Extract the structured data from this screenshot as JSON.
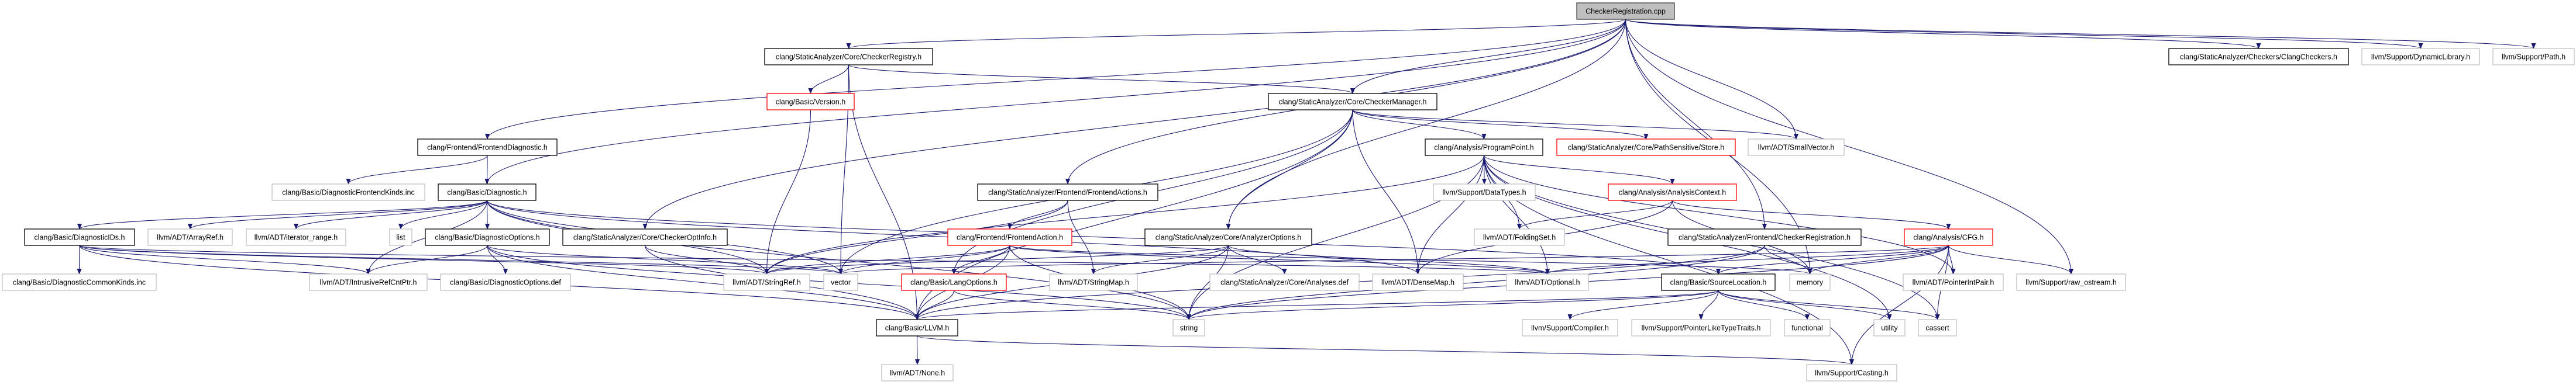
{
  "graph": {
    "colors": {
      "edge": "#191970",
      "source_fill": "#bfbfbf",
      "source_border": "#404040",
      "documented_border": "#000000",
      "external_border": "#bfbfbf",
      "truncated_border": "#ff0000"
    },
    "nodes": [
      {
        "label": "CheckerRegistration.cpp",
        "kind": "source"
      },
      {
        "label": "clang/StaticAnalyzer/Core/CheckerRegistry.h",
        "kind": "documented"
      },
      {
        "label": "clang/StaticAnalyzer/Checkers/ClangCheckers.h",
        "kind": "documented"
      },
      {
        "label": "llvm/Support/DynamicLibrary.h",
        "kind": "external"
      },
      {
        "label": "llvm/Support/Path.h",
        "kind": "external"
      },
      {
        "label": "clang/Basic/Version.h",
        "kind": "truncated"
      },
      {
        "label": "clang/StaticAnalyzer/Core/CheckerManager.h",
        "kind": "documented"
      },
      {
        "label": "clang/Frontend/FrontendDiagnostic.h",
        "kind": "documented"
      },
      {
        "label": "clang/Analysis/ProgramPoint.h",
        "kind": "documented"
      },
      {
        "label": "clang/StaticAnalyzer/Core/PathSensitive/Store.h",
        "kind": "truncated"
      },
      {
        "label": "llvm/ADT/SmallVector.h",
        "kind": "external"
      },
      {
        "label": "clang/Basic/DiagnosticFrontendKinds.inc",
        "kind": "external"
      },
      {
        "label": "clang/Basic/Diagnostic.h",
        "kind": "documented"
      },
      {
        "label": "clang/StaticAnalyzer/Frontend/FrontendActions.h",
        "kind": "documented"
      },
      {
        "label": "llvm/Support/DataTypes.h",
        "kind": "external"
      },
      {
        "label": "clang/Analysis/AnalysisContext.h",
        "kind": "truncated"
      },
      {
        "label": "clang/Basic/DiagnosticIDs.h",
        "kind": "documented"
      },
      {
        "label": "llvm/ADT/ArrayRef.h",
        "kind": "external"
      },
      {
        "label": "llvm/ADT/iterator_range.h",
        "kind": "external"
      },
      {
        "label": "list",
        "kind": "external"
      },
      {
        "label": "clang/Basic/DiagnosticOptions.h",
        "kind": "documented"
      },
      {
        "label": "clang/StaticAnalyzer/Core/CheckerOptInfo.h",
        "kind": "documented"
      },
      {
        "label": "clang/Frontend/FrontendAction.h",
        "kind": "truncated"
      },
      {
        "label": "clang/StaticAnalyzer/Core/AnalyzerOptions.h",
        "kind": "documented"
      },
      {
        "label": "llvm/ADT/FoldingSet.h",
        "kind": "external"
      },
      {
        "label": "clang/StaticAnalyzer/Frontend/CheckerRegistration.h",
        "kind": "documented"
      },
      {
        "label": "clang/Analysis/CFG.h",
        "kind": "truncated"
      },
      {
        "label": "clang/Basic/DiagnosticCommonKinds.inc",
        "kind": "external"
      },
      {
        "label": "llvm/ADT/IntrusiveRefCntPtr.h",
        "kind": "external"
      },
      {
        "label": "clang/Basic/DiagnosticOptions.def",
        "kind": "external"
      },
      {
        "label": "llvm/ADT/StringRef.h",
        "kind": "external"
      },
      {
        "label": "vector",
        "kind": "external"
      },
      {
        "label": "clang/Basic/LangOptions.h",
        "kind": "truncated"
      },
      {
        "label": "llvm/ADT/StringMap.h",
        "kind": "external"
      },
      {
        "label": "clang/StaticAnalyzer/Core/Analyses.def",
        "kind": "external"
      },
      {
        "label": "llvm/ADT/DenseMap.h",
        "kind": "external"
      },
      {
        "label": "llvm/ADT/Optional.h",
        "kind": "external"
      },
      {
        "label": "clang/Basic/SourceLocation.h",
        "kind": "documented"
      },
      {
        "label": "memory",
        "kind": "external"
      },
      {
        "label": "llvm/ADT/PointerIntPair.h",
        "kind": "external"
      },
      {
        "label": "llvm/Support/raw_ostream.h",
        "kind": "external"
      },
      {
        "label": "clang/Basic/LLVM.h",
        "kind": "documented"
      },
      {
        "label": "string",
        "kind": "external"
      },
      {
        "label": "llvm/Support/Compiler.h",
        "kind": "external"
      },
      {
        "label": "llvm/Support/PointerLikeTypeTraits.h",
        "kind": "external"
      },
      {
        "label": "functional",
        "kind": "external"
      },
      {
        "label": "utility",
        "kind": "external"
      },
      {
        "label": "cassert",
        "kind": "external"
      },
      {
        "label": "llvm/ADT/None.h",
        "kind": "external"
      },
      {
        "label": "llvm/Support/Casting.h",
        "kind": "external"
      }
    ],
    "edges": [
      [
        "CheckerRegistration.cpp",
        "clang/Frontend/FrontendDiagnostic.h"
      ],
      [
        "CheckerRegistration.cpp",
        "clang/Basic/Diagnostic.h"
      ],
      [
        "CheckerRegistration.cpp",
        "clang/StaticAnalyzer/Core/CheckerRegistry.h"
      ],
      [
        "CheckerRegistration.cpp",
        "clang/StaticAnalyzer/Core/CheckerOptInfo.h"
      ],
      [
        "CheckerRegistration.cpp",
        "clang/StaticAnalyzer/Frontend/FrontendActions.h"
      ],
      [
        "CheckerRegistration.cpp",
        "clang/StaticAnalyzer/Core/AnalyzerOptions.h"
      ],
      [
        "CheckerRegistration.cpp",
        "clang/StaticAnalyzer/Core/CheckerManager.h"
      ],
      [
        "CheckerRegistration.cpp",
        "llvm/ADT/SmallVector.h"
      ],
      [
        "CheckerRegistration.cpp",
        "clang/StaticAnalyzer/Frontend/CheckerRegistration.h"
      ],
      [
        "CheckerRegistration.cpp",
        "memory"
      ],
      [
        "CheckerRegistration.cpp",
        "llvm/Support/raw_ostream.h"
      ],
      [
        "CheckerRegistration.cpp",
        "clang/StaticAnalyzer/Checkers/ClangCheckers.h"
      ],
      [
        "CheckerRegistration.cpp",
        "llvm/Support/DynamicLibrary.h"
      ],
      [
        "CheckerRegistration.cpp",
        "llvm/Support/Path.h"
      ],
      [
        "clang/StaticAnalyzer/Core/CheckerRegistry.h",
        "clang/Basic/Version.h"
      ],
      [
        "clang/StaticAnalyzer/Core/CheckerRegistry.h",
        "clang/StaticAnalyzer/Core/CheckerManager.h"
      ],
      [
        "clang/StaticAnalyzer/Core/CheckerRegistry.h",
        "clang/Basic/LLVM.h"
      ],
      [
        "clang/StaticAnalyzer/Core/CheckerRegistry.h",
        "vector"
      ],
      [
        "clang/Basic/Version.h",
        "llvm/ADT/StringRef.h"
      ],
      [
        "clang/StaticAnalyzer/Core/CheckerManager.h",
        "clang/Analysis/ProgramPoint.h"
      ],
      [
        "clang/StaticAnalyzer/Core/CheckerManager.h",
        "clang/StaticAnalyzer/Core/PathSensitive/Store.h"
      ],
      [
        "clang/StaticAnalyzer/Core/CheckerManager.h",
        "llvm/ADT/SmallVector.h"
      ],
      [
        "clang/StaticAnalyzer/Core/CheckerManager.h",
        "clang/StaticAnalyzer/Core/AnalyzerOptions.h"
      ],
      [
        "clang/StaticAnalyzer/Core/CheckerManager.h",
        "clang/Basic/LangOptions.h"
      ],
      [
        "clang/StaticAnalyzer/Core/CheckerManager.h",
        "llvm/ADT/DenseMap.h"
      ],
      [
        "clang/StaticAnalyzer/Core/CheckerManager.h",
        "vector"
      ],
      [
        "clang/StaticAnalyzer/Core/CheckerManager.h",
        "clang/Basic/LLVM.h"
      ],
      [
        "clang/Frontend/FrontendDiagnostic.h",
        "clang/Basic/DiagnosticFrontendKinds.inc"
      ],
      [
        "clang/Frontend/FrontendDiagnostic.h",
        "clang/Basic/Diagnostic.h"
      ],
      [
        "clang/Basic/Diagnostic.h",
        "clang/Basic/DiagnosticIDs.h"
      ],
      [
        "clang/Basic/Diagnostic.h",
        "llvm/ADT/ArrayRef.h"
      ],
      [
        "clang/Basic/Diagnostic.h",
        "llvm/ADT/iterator_range.h"
      ],
      [
        "clang/Basic/Diagnostic.h",
        "list"
      ],
      [
        "clang/Basic/Diagnostic.h",
        "clang/Basic/DiagnosticOptions.h"
      ],
      [
        "clang/Basic/Diagnostic.h",
        "llvm/ADT/IntrusiveRefCntPtr.h"
      ],
      [
        "clang/Basic/Diagnostic.h",
        "vector"
      ],
      [
        "clang/Basic/Diagnostic.h",
        "llvm/ADT/StringRef.h"
      ],
      [
        "clang/Basic/Diagnostic.h",
        "clang/Basic/SourceLocation.h"
      ],
      [
        "clang/Basic/Diagnostic.h",
        "llvm/ADT/DenseMap.h"
      ],
      [
        "clang/Basic/Diagnostic.h",
        "string"
      ],
      [
        "clang/StaticAnalyzer/Frontend/FrontendActions.h",
        "clang/Frontend/FrontendAction.h"
      ],
      [
        "clang/StaticAnalyzer/Frontend/FrontendActions.h",
        "llvm/ADT/StringMap.h"
      ],
      [
        "clang/StaticAnalyzer/Frontend/FrontendActions.h",
        "llvm/ADT/StringRef.h"
      ],
      [
        "clang/Analysis/ProgramPoint.h",
        "llvm/Support/DataTypes.h"
      ],
      [
        "clang/Analysis/ProgramPoint.h",
        "clang/Analysis/AnalysisContext.h"
      ],
      [
        "clang/Analysis/ProgramPoint.h",
        "llvm/ADT/FoldingSet.h"
      ],
      [
        "clang/Analysis/ProgramPoint.h",
        "llvm/ADT/DenseMap.h"
      ],
      [
        "clang/Analysis/ProgramPoint.h",
        "llvm/ADT/Optional.h"
      ],
      [
        "clang/Analysis/ProgramPoint.h",
        "llvm/ADT/PointerIntPair.h"
      ],
      [
        "clang/Analysis/ProgramPoint.h",
        "llvm/Support/Casting.h"
      ],
      [
        "clang/Analysis/ProgramPoint.h",
        "cassert"
      ],
      [
        "clang/Analysis/ProgramPoint.h",
        "utility"
      ],
      [
        "clang/Analysis/ProgramPoint.h",
        "llvm/ADT/StringRef.h"
      ],
      [
        "clang/Analysis/ProgramPoint.h",
        "string"
      ],
      [
        "clang/Analysis/AnalysisContext.h",
        "llvm/ADT/FoldingSet.h"
      ],
      [
        "clang/Analysis/AnalysisContext.h",
        "clang/Analysis/CFG.h"
      ],
      [
        "clang/Analysis/AnalysisContext.h",
        "llvm/ADT/DenseMap.h"
      ],
      [
        "clang/Analysis/AnalysisContext.h",
        "memory"
      ],
      [
        "clang/Basic/DiagnosticIDs.h",
        "clang/Basic/DiagnosticCommonKinds.inc"
      ],
      [
        "clang/Basic/DiagnosticIDs.h",
        "llvm/ADT/IntrusiveRefCntPtr.h"
      ],
      [
        "clang/Basic/DiagnosticIDs.h",
        "llvm/ADT/StringRef.h"
      ],
      [
        "clang/Basic/DiagnosticIDs.h",
        "clang/Basic/LLVM.h"
      ],
      [
        "clang/Basic/DiagnosticIDs.h",
        "vector"
      ],
      [
        "clang/Basic/DiagnosticIDs.h",
        "llvm/ADT/Optional.h"
      ],
      [
        "clang/Basic/DiagnosticOptions.h",
        "clang/Basic/DiagnosticOptions.def"
      ],
      [
        "clang/Basic/DiagnosticOptions.h",
        "llvm/ADT/IntrusiveRefCntPtr.h"
      ],
      [
        "clang/Basic/DiagnosticOptions.h",
        "string"
      ],
      [
        "clang/Basic/DiagnosticOptions.h",
        "vector"
      ],
      [
        "clang/Basic/DiagnosticOptions.h",
        "clang/Basic/LLVM.h"
      ],
      [
        "clang/StaticAnalyzer/Core/CheckerOptInfo.h",
        "llvm/ADT/StringRef.h"
      ],
      [
        "clang/StaticAnalyzer/Core/CheckerOptInfo.h",
        "clang/Basic/LLVM.h"
      ],
      [
        "clang/Frontend/FrontendAction.h",
        "clang/Basic/LangOptions.h"
      ],
      [
        "clang/Frontend/FrontendAction.h",
        "clang/Basic/LLVM.h"
      ],
      [
        "clang/Frontend/FrontendAction.h",
        "string"
      ],
      [
        "clang/Frontend/FrontendAction.h",
        "llvm/ADT/StringRef.h"
      ],
      [
        "clang/Frontend/FrontendAction.h",
        "vector"
      ],
      [
        "clang/Frontend/FrontendAction.h",
        "llvm/ADT/Optional.h"
      ],
      [
        "clang/Frontend/FrontendAction.h",
        "memory"
      ],
      [
        "clang/StaticAnalyzer/Core/AnalyzerOptions.h",
        "llvm/ADT/StringMap.h"
      ],
      [
        "clang/StaticAnalyzer/Core/AnalyzerOptions.h",
        "clang/StaticAnalyzer/Core/Analyses.def"
      ],
      [
        "clang/StaticAnalyzer/Core/AnalyzerOptions.h",
        "string"
      ],
      [
        "clang/StaticAnalyzer/Core/AnalyzerOptions.h",
        "clang/Basic/LLVM.h"
      ],
      [
        "clang/StaticAnalyzer/Core/AnalyzerOptions.h",
        "llvm/ADT/Optional.h"
      ],
      [
        "clang/StaticAnalyzer/Core/AnalyzerOptions.h",
        "llvm/ADT/StringRef.h"
      ],
      [
        "clang/StaticAnalyzer/Frontend/CheckerRegistration.h",
        "clang/Basic/LLVM.h"
      ],
      [
        "clang/StaticAnalyzer/Frontend/CheckerRegistration.h",
        "memory"
      ],
      [
        "clang/StaticAnalyzer/Frontend/CheckerRegistration.h",
        "string"
      ],
      [
        "clang/Analysis/CFG.h",
        "clang/Basic/SourceLocation.h"
      ],
      [
        "clang/Analysis/CFG.h",
        "memory"
      ],
      [
        "clang/Analysis/CFG.h",
        "llvm/ADT/PointerIntPair.h"
      ],
      [
        "clang/Analysis/CFG.h",
        "llvm/Support/raw_ostream.h"
      ],
      [
        "clang/Analysis/CFG.h",
        "cassert"
      ],
      [
        "clang/Analysis/CFG.h",
        "llvm/Support/Casting.h"
      ],
      [
        "clang/Analysis/CFG.h",
        "llvm/ADT/Optional.h"
      ],
      [
        "clang/Analysis/CFG.h",
        "vector"
      ],
      [
        "clang/Analysis/CFG.h",
        "string"
      ],
      [
        "clang/Basic/LangOptions.h",
        "clang/Basic/LLVM.h"
      ],
      [
        "clang/Basic/LangOptions.h",
        "string"
      ],
      [
        "clang/Basic/SourceLocation.h",
        "llvm/Support/Compiler.h"
      ],
      [
        "clang/Basic/SourceLocation.h",
        "llvm/Support/PointerLikeTypeTraits.h"
      ],
      [
        "clang/Basic/SourceLocation.h",
        "functional"
      ],
      [
        "clang/Basic/SourceLocation.h",
        "utility"
      ],
      [
        "clang/Basic/SourceLocation.h",
        "cassert"
      ],
      [
        "clang/Basic/SourceLocation.h",
        "string"
      ],
      [
        "clang/Basic/SourceLocation.h",
        "clang/Basic/LLVM.h"
      ],
      [
        "clang/Basic/LLVM.h",
        "llvm/ADT/None.h"
      ],
      [
        "clang/Basic/LLVM.h",
        "llvm/Support/Casting.h"
      ]
    ]
  }
}
